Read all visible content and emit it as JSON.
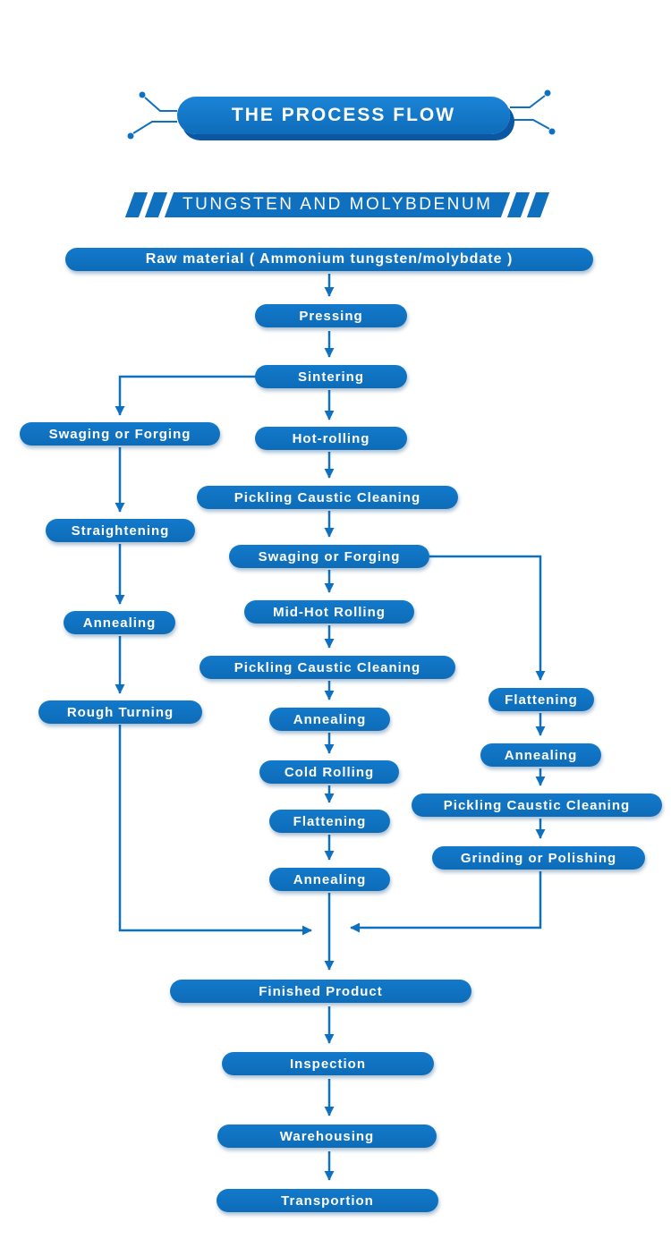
{
  "header": {
    "title": "THE PROCESS FLOW"
  },
  "banner": {
    "label": "TUNGSTEN AND MOLYBDENUM"
  },
  "theme": {
    "primary_blue": "#0f70c0",
    "shadow_blue": "#0a58a4",
    "text_color": "#ffffff"
  },
  "flow": {
    "nodes": [
      {
        "id": "raw-material",
        "label": "Raw material ( Ammonium tungsten/molybdate )"
      },
      {
        "id": "pressing",
        "label": "Pressing"
      },
      {
        "id": "sintering",
        "label": "Sintering"
      },
      {
        "id": "swaging-or-forging-left",
        "label": "Swaging or Forging"
      },
      {
        "id": "hot-rolling",
        "label": "Hot-rolling"
      },
      {
        "id": "pickling-caustic-cleaning-1",
        "label": "Pickling Caustic Cleaning"
      },
      {
        "id": "swaging-or-forging-mid",
        "label": "Swaging or Forging"
      },
      {
        "id": "straightening",
        "label": "Straightening"
      },
      {
        "id": "mid-hot-rolling",
        "label": "Mid-Hot Rolling"
      },
      {
        "id": "annealing-left",
        "label": "Annealing"
      },
      {
        "id": "pickling-caustic-cleaning-2",
        "label": "Pickling Caustic Cleaning"
      },
      {
        "id": "flattening-right",
        "label": "Flattening"
      },
      {
        "id": "annealing-mid-1",
        "label": "Annealing"
      },
      {
        "id": "rough-turning",
        "label": "Rough Turning"
      },
      {
        "id": "annealing-right",
        "label": "Annealing"
      },
      {
        "id": "cold-rolling",
        "label": "Cold Rolling"
      },
      {
        "id": "pickling-caustic-cleaning-right",
        "label": "Pickling Caustic Cleaning"
      },
      {
        "id": "flattening-mid",
        "label": "Flattening"
      },
      {
        "id": "grinding-or-polishing",
        "label": "Grinding or Polishing"
      },
      {
        "id": "annealing-mid-2",
        "label": "Annealing"
      },
      {
        "id": "finished-product",
        "label": "Finished Product"
      },
      {
        "id": "inspection",
        "label": "Inspection"
      },
      {
        "id": "warehousing",
        "label": "Warehousing"
      },
      {
        "id": "transportion",
        "label": "Transportion"
      }
    ]
  }
}
